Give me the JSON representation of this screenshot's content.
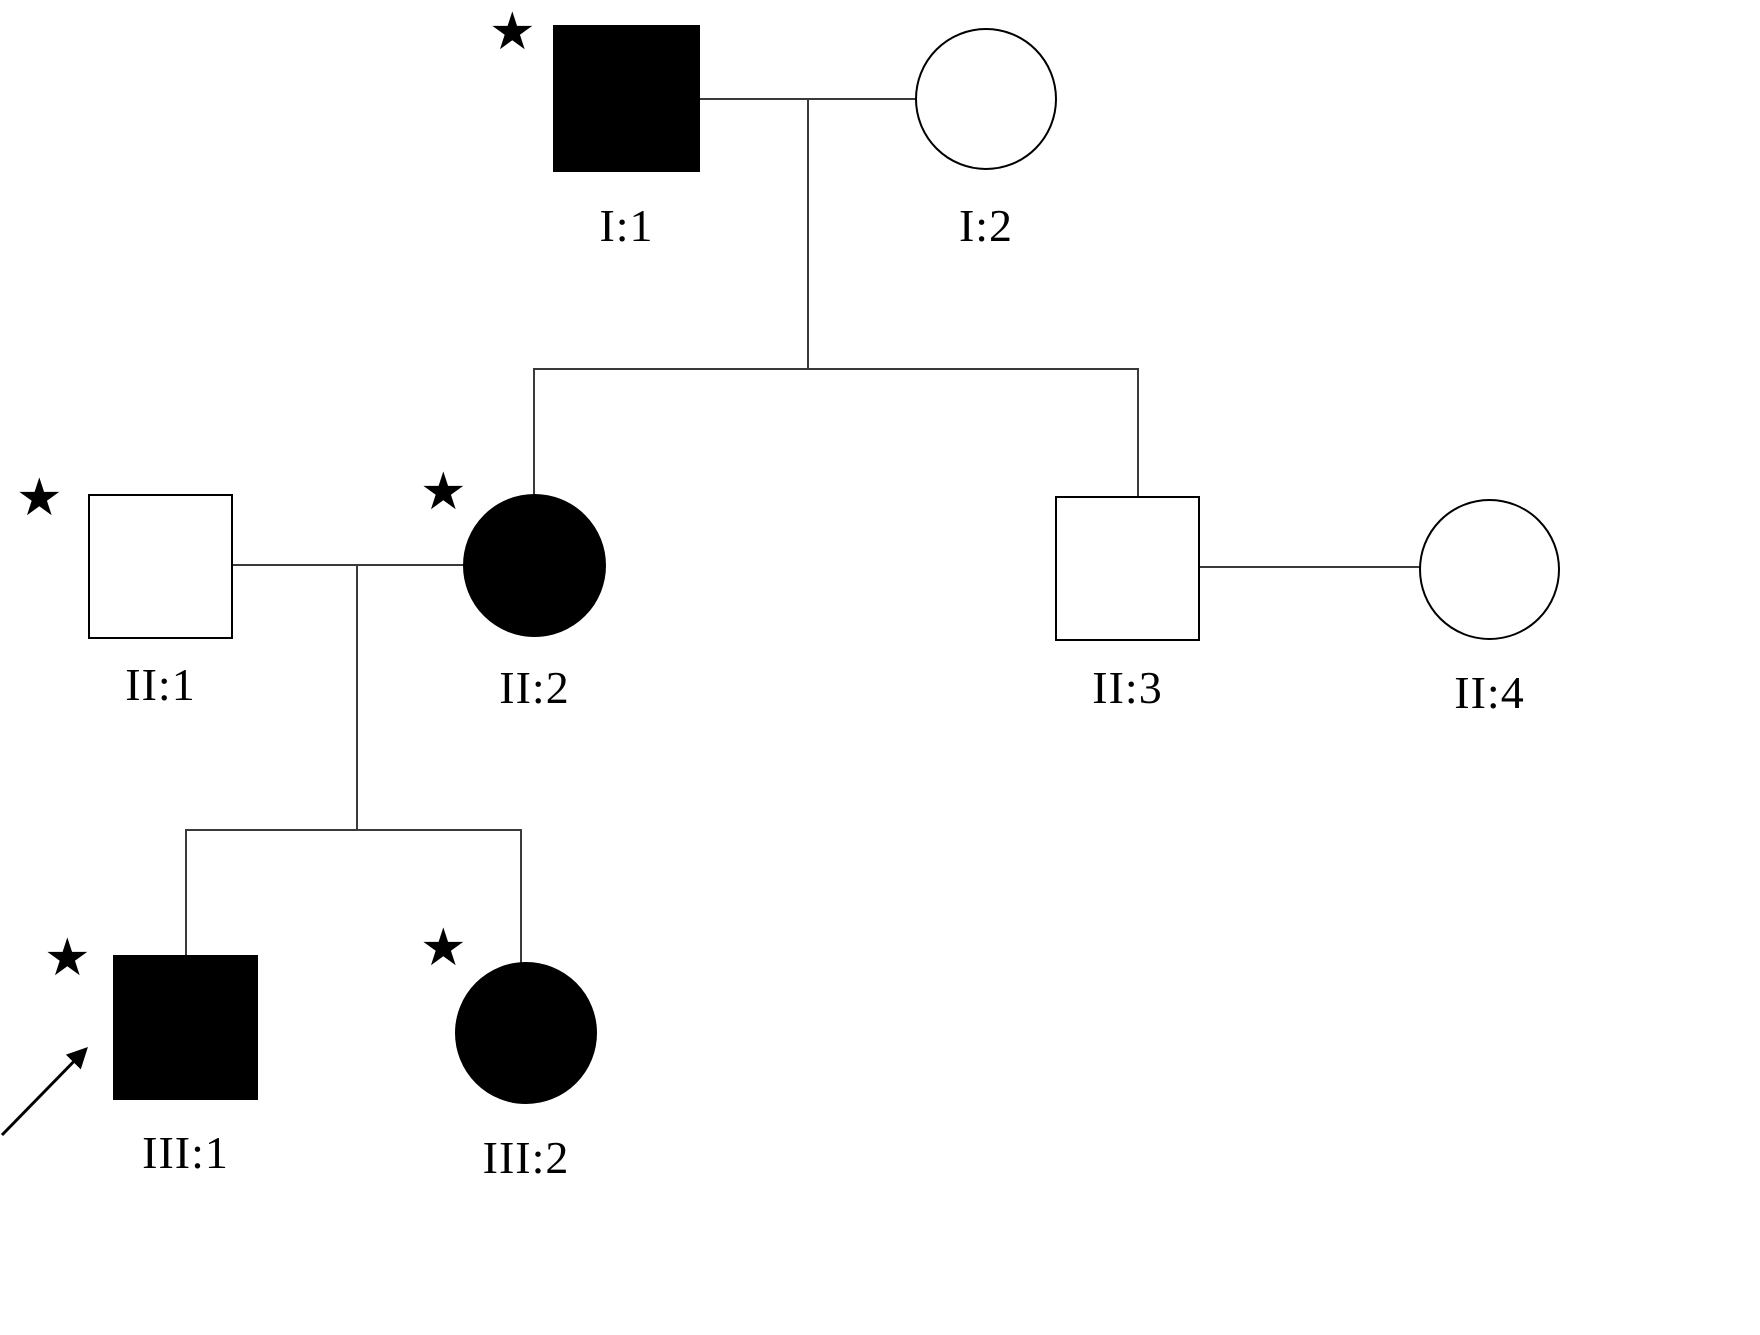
{
  "diagram": {
    "type": "pedigree-chart",
    "generations": [
      "I",
      "II",
      "III"
    ],
    "individuals": [
      {
        "id": "I:1",
        "label": "I:1",
        "sex": "male",
        "shape": "square",
        "affected": true,
        "star_marker": true,
        "proband_arrow": false
      },
      {
        "id": "I:2",
        "label": "I:2",
        "sex": "female",
        "shape": "circle",
        "affected": false,
        "star_marker": false,
        "proband_arrow": false
      },
      {
        "id": "II:1",
        "label": "II:1",
        "sex": "male",
        "shape": "square",
        "affected": false,
        "star_marker": true,
        "proband_arrow": false
      },
      {
        "id": "II:2",
        "label": "II:2",
        "sex": "female",
        "shape": "circle",
        "affected": true,
        "star_marker": true,
        "proband_arrow": false
      },
      {
        "id": "II:3",
        "label": "II:3",
        "sex": "male",
        "shape": "square",
        "affected": false,
        "star_marker": false,
        "proband_arrow": false
      },
      {
        "id": "II:4",
        "label": "II:4",
        "sex": "female",
        "shape": "circle",
        "affected": false,
        "star_marker": false,
        "proband_arrow": false
      },
      {
        "id": "III:1",
        "label": "III:1",
        "sex": "male",
        "shape": "square",
        "affected": true,
        "star_marker": true,
        "proband_arrow": true
      },
      {
        "id": "III:2",
        "label": "III:2",
        "sex": "female",
        "shape": "circle",
        "affected": true,
        "star_marker": true,
        "proband_arrow": false
      }
    ],
    "relationships": {
      "couples": [
        [
          "I:1",
          "I:2"
        ],
        [
          "II:1",
          "II:2"
        ],
        [
          "II:3",
          "II:4"
        ]
      ],
      "offspring": [
        {
          "parents": [
            "I:1",
            "I:2"
          ],
          "children": [
            "II:2",
            "II:3"
          ]
        },
        {
          "parents": [
            "II:1",
            "II:2"
          ],
          "children": [
            "III:1",
            "III:2"
          ]
        }
      ]
    },
    "icons": {
      "star": "★"
    },
    "colors": {
      "affected_fill": "#000000",
      "line": "#3a3a3a"
    }
  }
}
